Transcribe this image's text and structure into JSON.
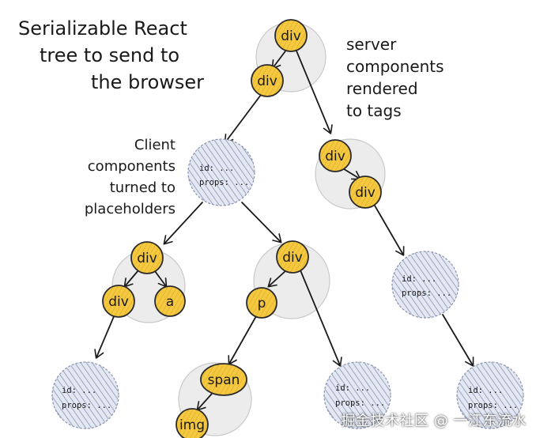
{
  "annotations": {
    "title_lines": [
      "Serializable React",
      "tree to send to",
      "the browser"
    ],
    "server_lines": [
      "server",
      "components",
      "rendered",
      "to tags"
    ],
    "client_lines": [
      "Client",
      "components",
      "turned to",
      "placeholders"
    ]
  },
  "nodes": {
    "root_div": "div",
    "root_child_div": "div",
    "server_div_1": "div",
    "server_div_2": "div",
    "left_div": "div",
    "left_child_div": "div",
    "left_child_a": "a",
    "middle_div": "div",
    "middle_p": "p",
    "middle_span": "span",
    "middle_img": "img"
  },
  "placeholder": {
    "id_label": "id: ...",
    "props_label": "props: ..."
  },
  "watermark": "掘金技术社区 @ 一江东流水",
  "colors": {
    "node_fill": "#f5c842",
    "node_stroke": "#2a2a2a",
    "halo_fill": "#ececec",
    "placeholder_fill": "#dfe4f0",
    "placeholder_hatch": "#6f7fa8",
    "ink": "#1a1a1a"
  }
}
